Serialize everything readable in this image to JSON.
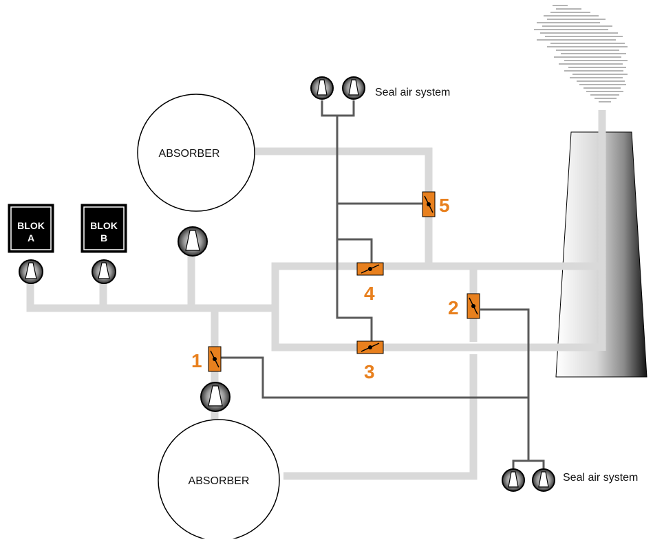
{
  "labels": {
    "absorber_top": "ABSORBER",
    "absorber_bottom": "ABSORBER",
    "seal_air_top": "Seal air system",
    "seal_air_bottom": "Seal air system"
  },
  "blocks": {
    "a_line1": "BLOK",
    "a_line2": "A",
    "b_line1": "BLOK",
    "b_line2": "B"
  },
  "dampers": {
    "d1": "1",
    "d2": "2",
    "d3": "3",
    "d4": "4",
    "d5": "5"
  },
  "colors": {
    "duct": "#d9d9d9",
    "seal_line": "#5a5a5a",
    "damper_fill": "#e8801e",
    "damper_label": "#e8801e",
    "block_fill": "#000000",
    "outline": "#000000"
  },
  "icons": {
    "fan": "fan-icon",
    "damper": "damper-icon",
    "stack": "chimney-stack",
    "smoke": "smoke-plume"
  }
}
